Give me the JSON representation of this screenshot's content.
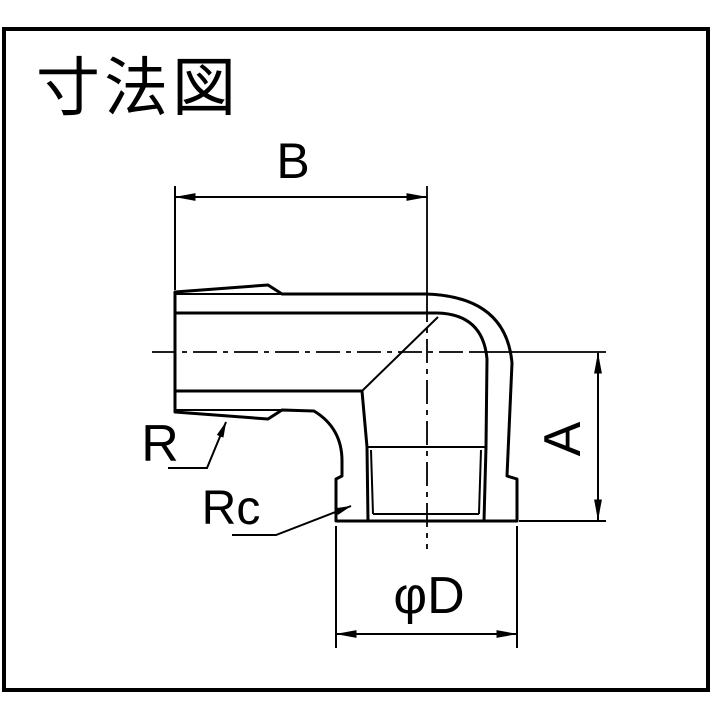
{
  "title": "寸法図",
  "labels": {
    "b": "B",
    "a": "A",
    "phi_d": "φD",
    "r": "R",
    "rc": "Rc"
  },
  "colors": {
    "line": "#000000",
    "background": "#ffffff"
  }
}
